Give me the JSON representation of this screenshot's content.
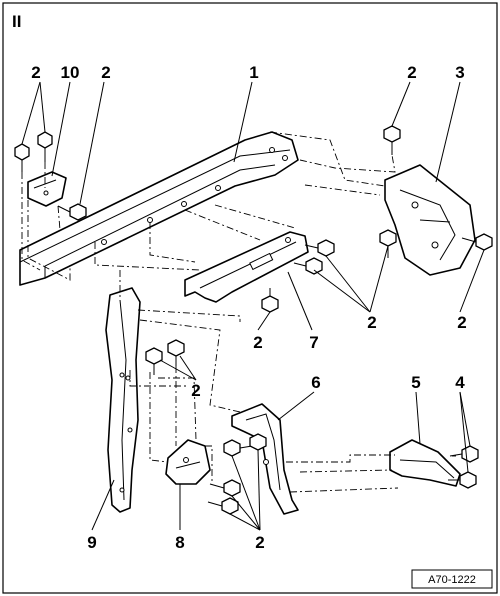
{
  "section_label": "II",
  "figure_ref": "A70-1222",
  "callouts": {
    "c1": "1",
    "c2": "2",
    "c3": "3",
    "c4": "4",
    "c5": "5",
    "c6": "6",
    "c7": "7",
    "c8": "8",
    "c9": "9",
    "c10": "10"
  }
}
